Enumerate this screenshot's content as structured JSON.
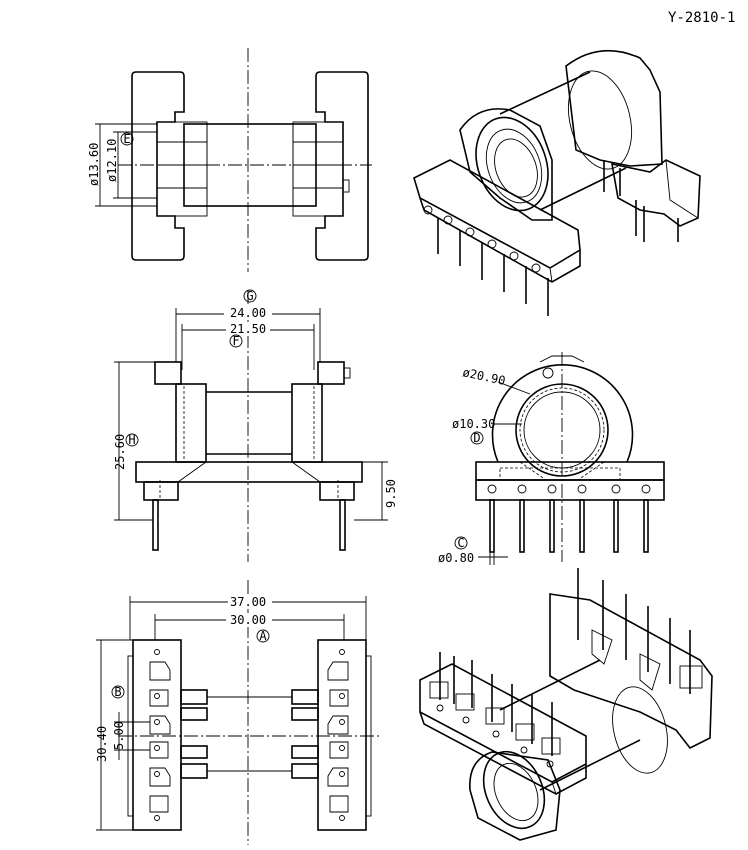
{
  "drawing_number": "Y-2810-1",
  "dimensions": {
    "d_13_60": "ø13.60",
    "d_12_10": "ø12.10",
    "d_24_00": "24.00",
    "d_21_50": "21.50",
    "d_25_60": "25.60",
    "d_9_50": "9.50",
    "d_20_90": "ø20.90",
    "d_10_30": "ø10.30",
    "d_0_80": "ø0.80",
    "d_37_00": "37.00",
    "d_30_00": "30.00",
    "d_30_40": "30.40",
    "d_5_00": "5.00"
  },
  "callouts": {
    "a": "A",
    "b": "B",
    "c": "C",
    "d": "D",
    "e": "E",
    "f": "F",
    "g": "G",
    "h": "H"
  }
}
